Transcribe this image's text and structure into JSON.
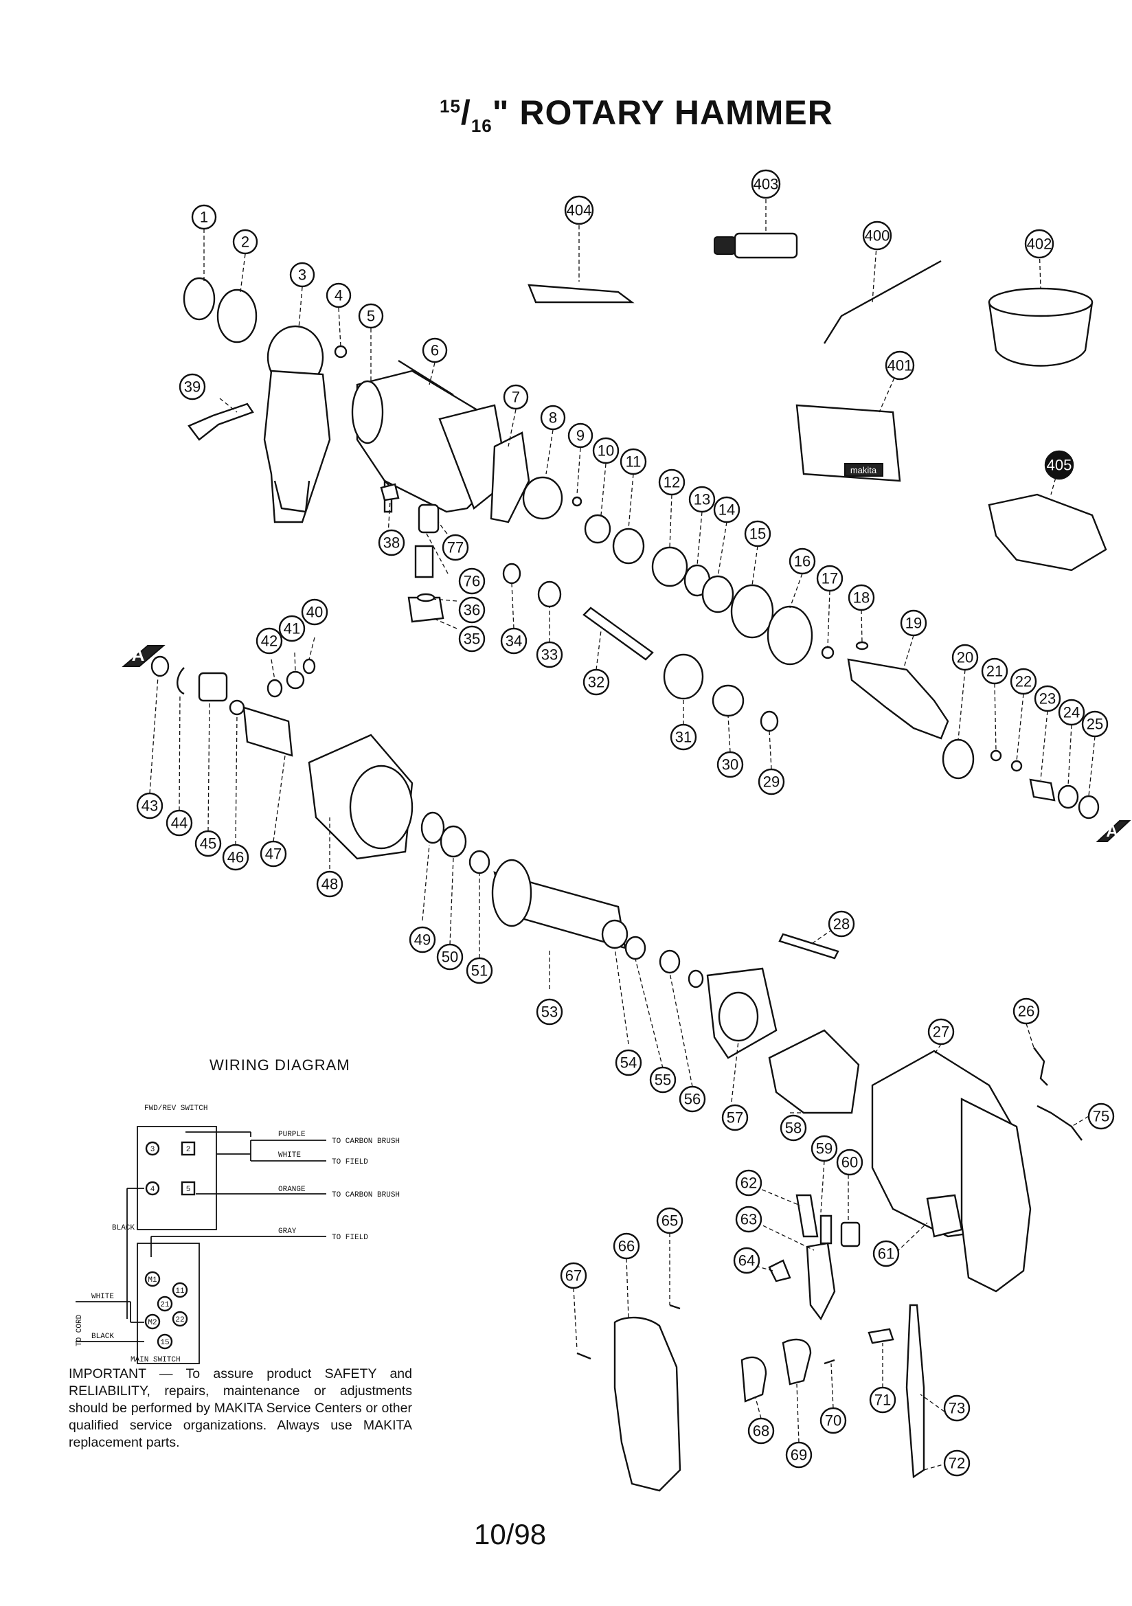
{
  "title": {
    "fraction_numerator": "15",
    "fraction_denominator": "16",
    "text": "\" ROTARY HAMMER"
  },
  "section_marker": "A",
  "parts": [
    "1",
    "2",
    "3",
    "4",
    "5",
    "6",
    "7",
    "8",
    "9",
    "10",
    "11",
    "12",
    "13",
    "14",
    "15",
    "16",
    "17",
    "18",
    "19",
    "20",
    "21",
    "22",
    "23",
    "24",
    "25",
    "26",
    "27",
    "28",
    "29",
    "30",
    "31",
    "32",
    "33",
    "34",
    "35",
    "36",
    "38",
    "39",
    "40",
    "41",
    "42",
    "43",
    "44",
    "45",
    "46",
    "47",
    "48",
    "49",
    "50",
    "51",
    "53",
    "54",
    "55",
    "56",
    "57",
    "58",
    "59",
    "60",
    "61",
    "62",
    "63",
    "64",
    "65",
    "66",
    "67",
    "68",
    "69",
    "70",
    "71",
    "72",
    "73",
    "75",
    "76",
    "77",
    "400",
    "401",
    "402",
    "403",
    "404",
    "405"
  ],
  "wiring": {
    "title": "WIRING DIAGRAM",
    "fwd_rev_switch": "FWD/REV SWITCH",
    "main_switch": "MAIN SWITCH",
    "to_cord": "TO CORD",
    "wires": {
      "purple": "PURPLE",
      "white": "WHITE",
      "orange": "ORANGE",
      "gray": "GRAY",
      "black": "BLACK",
      "white_cord": "WHITE",
      "black_cord": "BLACK"
    },
    "destinations": {
      "carbon_brush_1": "TO CARBON BRUSH",
      "field_1": "TO FIELD",
      "carbon_brush_2": "TO CARBON BRUSH",
      "field_2": "TO FIELD"
    },
    "terminals": {
      "t3": "3",
      "t2": "2",
      "t4": "4",
      "t5": "5",
      "m1": "M1",
      "m2": "M2",
      "t1": "11",
      "t21": "21",
      "t22": "22",
      "t15": "15"
    }
  },
  "important_note": "IMPORTANT — To assure product SAFETY and RELIABILITY, repairs, maintenance or adjustments should be performed by MAKITA Service Centers or other qualified service organizations. Always use MAKITA replacement parts.",
  "brand_label": "makita",
  "page_number": "10/98"
}
